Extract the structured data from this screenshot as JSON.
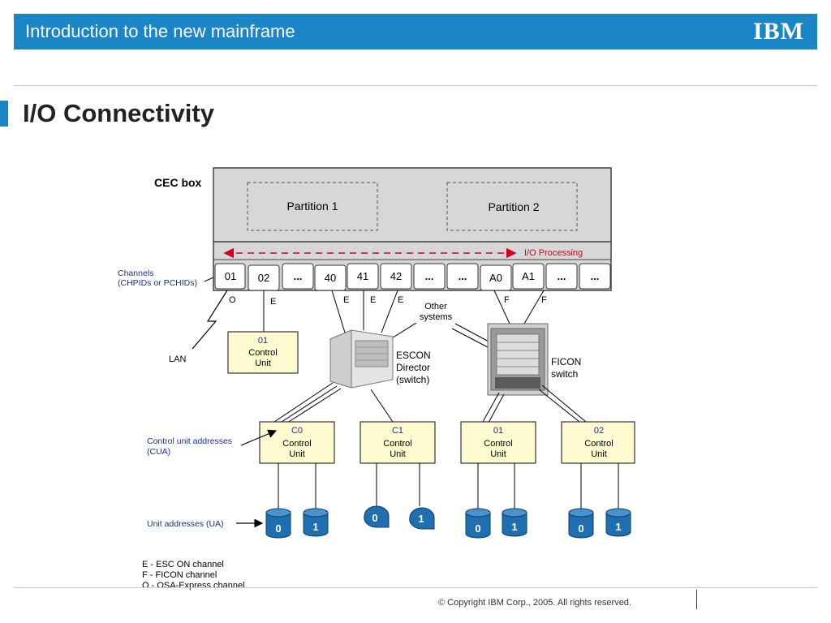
{
  "header": {
    "title": "Introduction to the new mainframe",
    "logo": "IBM"
  },
  "page_title": "I/O Connectivity",
  "diagram": {
    "cec_label": "CEC box",
    "partitions": [
      "Partition 1",
      "Partition 2"
    ],
    "io_processing": "I/O Processing",
    "channels_label": [
      "Channels",
      "(CHPIDs or PCHIDs)"
    ],
    "channels": [
      "01",
      "02",
      "...",
      "40",
      "41",
      "42",
      "...",
      "...",
      "A0",
      "A1",
      "...",
      "..."
    ],
    "channel_types": [
      "O",
      "E",
      "E",
      "E",
      "E",
      "F",
      "F"
    ],
    "other_systems": [
      "Other",
      "systems"
    ],
    "lan": "LAN",
    "escon": [
      "ESCON",
      "Director",
      "(switch)"
    ],
    "ficon": [
      "FICON",
      "switch"
    ],
    "lan_cu": {
      "address": "01",
      "line1": "Control",
      "line2": "Unit"
    },
    "control_units": [
      {
        "address": "C0",
        "line1": "Control",
        "line2": "Unit"
      },
      {
        "address": "C1",
        "line1": "Control",
        "line2": "Unit"
      },
      {
        "address": "01",
        "line1": "Control",
        "line2": "Unit"
      },
      {
        "address": "02",
        "line1": "Control",
        "line2": "Unit"
      }
    ],
    "cua_label": [
      "Control unit addresses",
      "(CUA)"
    ],
    "ua_label": "Unit addresses (UA)",
    "disks": [
      "0",
      "1",
      "0",
      "1",
      "0",
      "1",
      "0",
      "1"
    ]
  },
  "legend": [
    "E - ESC ON channel",
    "F - FICON channel",
    "O - OSA-Express channel"
  ],
  "footer": "© Copyright IBM Corp., 2005. All rights reserved.",
  "colors": {
    "brand_blue": "#1a86c5",
    "cu_fill": "#fffbd0",
    "disk_blue": "#1f6fb0",
    "io_red": "#cc0022",
    "label_blue": "#1a2f8c"
  }
}
